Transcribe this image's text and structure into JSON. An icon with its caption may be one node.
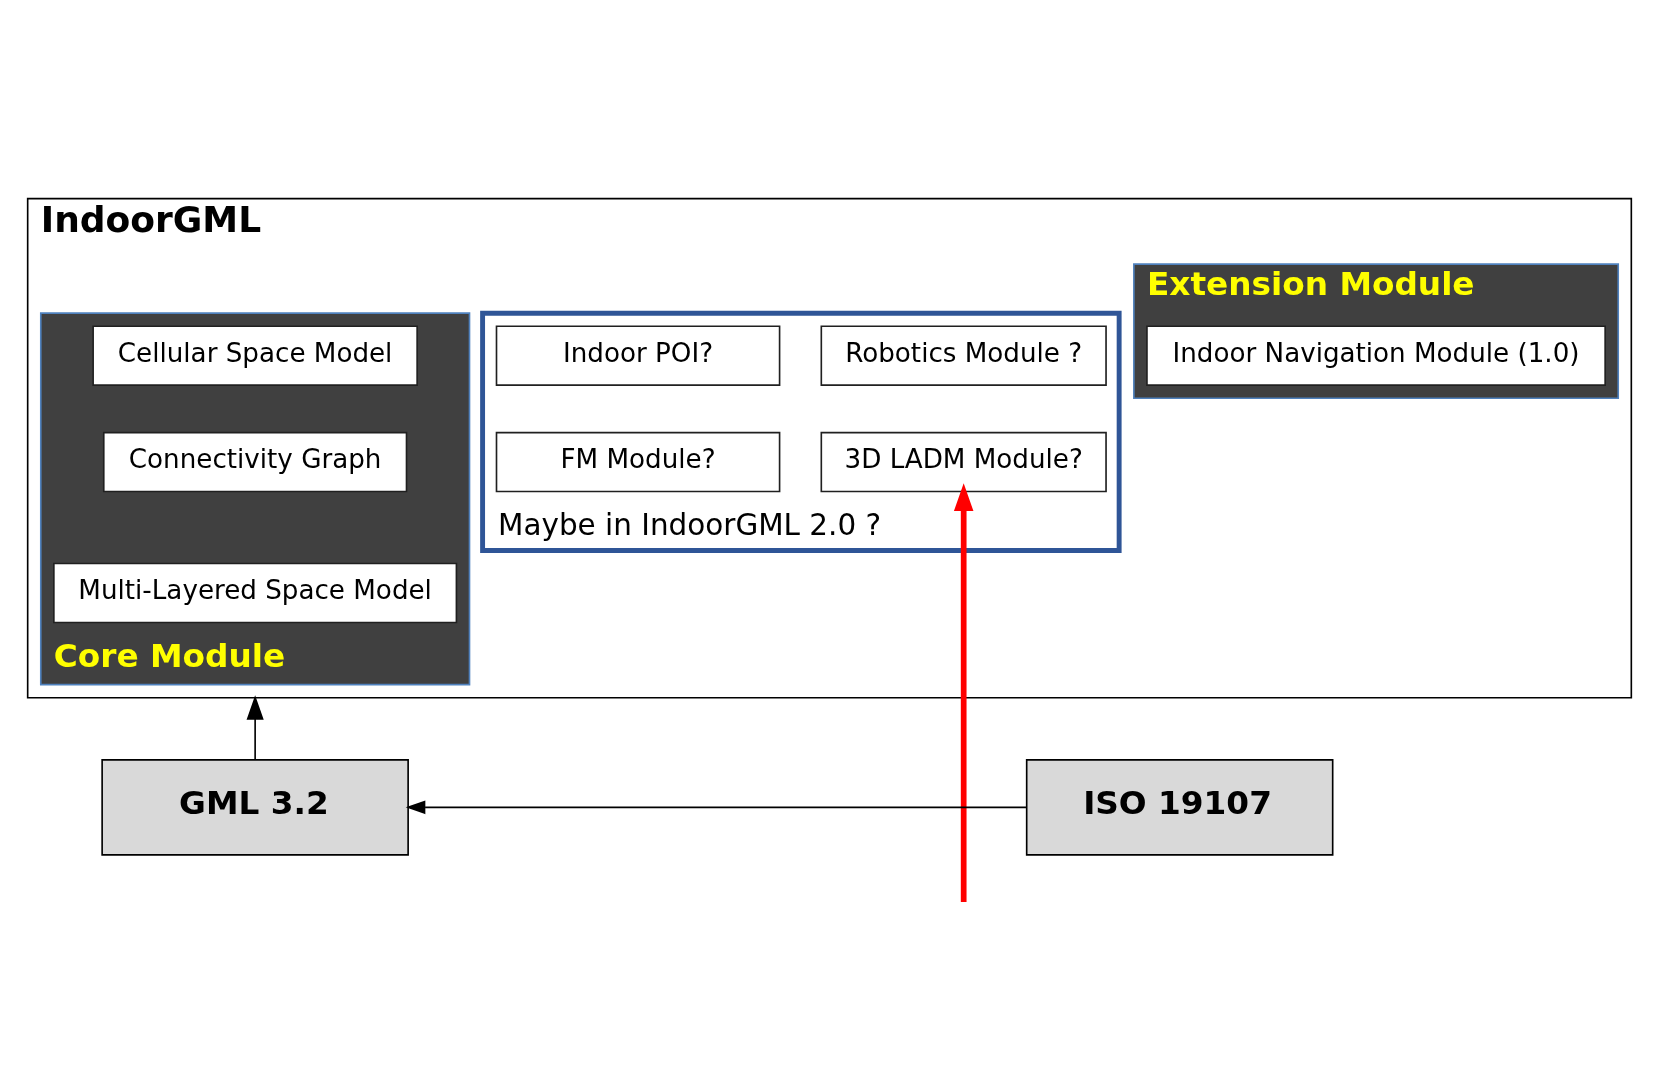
{
  "diagram": {
    "nodes": [
      {
        "text": [
          "IndoorGML"
        ]
      },
      {
        "text": [
          "Extension Module"
        ],
        "in": 0
      },
      {
        "text": [
          "Indoor Navigation Module (1.0)"
        ],
        "in": 1
      },
      {
        "text": [
          "Maybe in IndoorGML 2.0 ?"
        ],
        "in": 0
      },
      {
        "text": [
          "Indoor POI?"
        ],
        "in": 3
      },
      {
        "text": [
          "Robotics Module ?"
        ],
        "in": 3
      },
      {
        "text": [
          "FM Module?"
        ],
        "in": 3
      },
      {
        "text": [
          "3D LADM Module?"
        ],
        "in": 3
      },
      {
        "text": [
          "Core Module"
        ],
        "in": 0
      },
      {
        "text": [
          "Cellular Space Model"
        ],
        "in": 8
      },
      {
        "text": [
          "Connectivity Graph"
        ],
        "in": 8
      },
      {
        "text": [
          "Multi-Layered Space Model"
        ],
        "in": 8
      },
      {
        "text": [
          "GML 3.2"
        ]
      },
      {
        "text": [
          "ISO 19107"
        ]
      }
    ],
    "edges": [
      {
        "from": 12,
        "to": 0,
        "arrow": "to"
      },
      {
        "from": 13,
        "to": 12,
        "arrow": "to"
      },
      {
        "from": null,
        "to": 7,
        "arrow": "to",
        "style": "thick",
        "color": "#ff0000"
      }
    ]
  }
}
